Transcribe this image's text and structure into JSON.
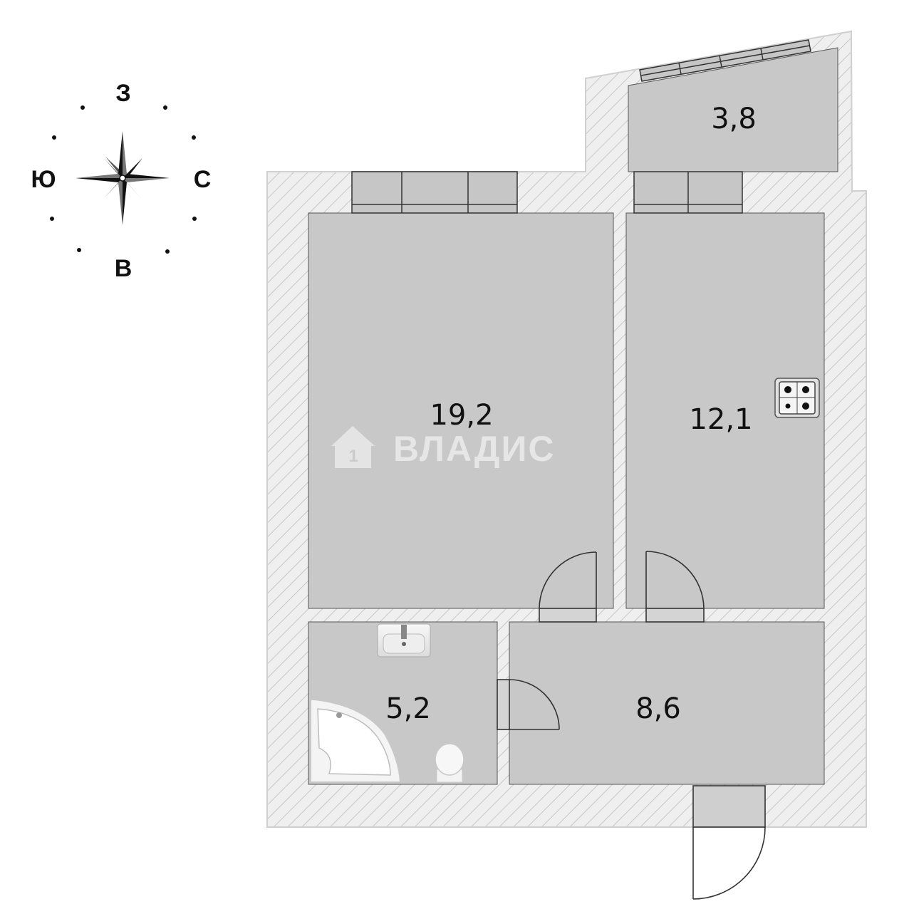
{
  "compass": {
    "north_label": "З",
    "south_label": "В",
    "west_label": "Ю",
    "east_label": "С"
  },
  "rooms": {
    "living": {
      "area": "19,2"
    },
    "kitchen": {
      "area": "12,1"
    },
    "balcony": {
      "area": "3,8"
    },
    "bathroom": {
      "area": "5,2"
    },
    "hallway": {
      "area": "8,6"
    }
  },
  "watermark": {
    "text": "ВЛАДИС"
  },
  "colors": {
    "room_fill": "#c8c8c8",
    "wall_fill": "#ececec",
    "hatch": "#c4c4c4",
    "line": "#333333"
  }
}
